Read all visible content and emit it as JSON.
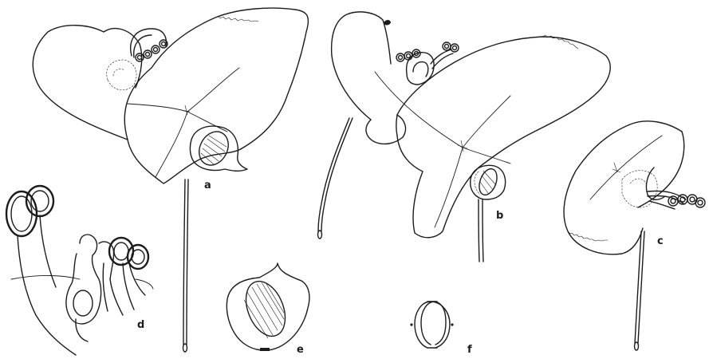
{
  "figure": {
    "panels": [
      {
        "id": "a",
        "label": "a"
      },
      {
        "id": "b",
        "label": "b"
      },
      {
        "id": "c",
        "label": "c"
      },
      {
        "id": "d",
        "label": "d"
      },
      {
        "id": "e",
        "label": "e"
      },
      {
        "id": "f",
        "label": "f"
      }
    ]
  },
  "colors": {
    "ink": "#1c1c1c",
    "paper": "#ffffff"
  }
}
